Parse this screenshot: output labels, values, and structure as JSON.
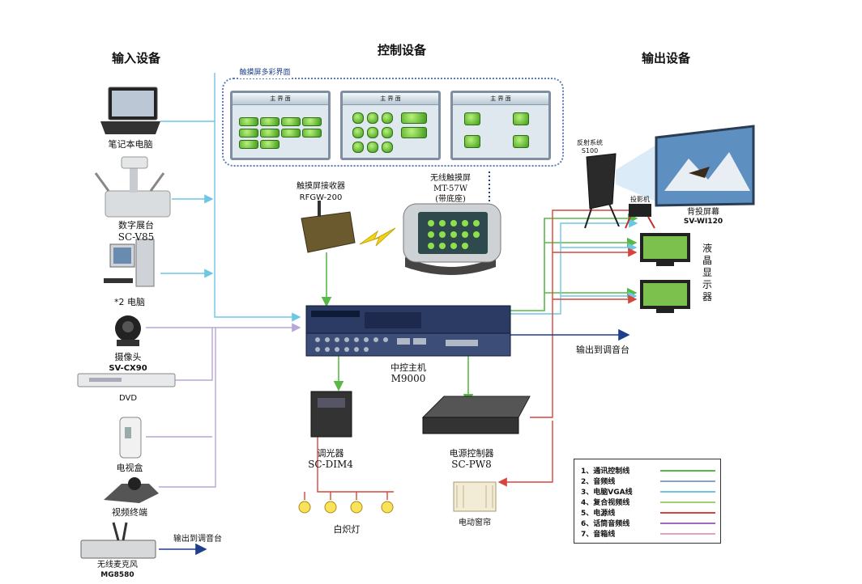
{
  "headers": {
    "input": "输入设备",
    "control": "控制设备",
    "output": "输出设备"
  },
  "touch_panel_label": "触摸屏多彩界面",
  "screen_title": "主 界 面",
  "inputs": {
    "laptop": "笔记本电脑",
    "visualizer_name": "数字展台",
    "visualizer_model": "SC-V85",
    "pc": "*2 电脑",
    "camera_name": "摄像头",
    "camera_model": "SV-CX90",
    "dvd": "DVD",
    "tvbox": "电视盒",
    "vc_terminal": "视频终端",
    "mic_name": "无线麦克风",
    "mic_model": "MG8580",
    "mic_output": "输出到调音台"
  },
  "control": {
    "receiver_name": "触摸屏接收器",
    "receiver_model": "RFGW-200",
    "touch_name": "无线触摸屏",
    "touch_model": "MT-57W",
    "touch_note": "(带底座)",
    "host_name": "中控主机",
    "host_model": "M9000",
    "host_output": "输出到调音台",
    "dimmer_name": "调光器",
    "dimmer_model": "SC-DIM4",
    "power_name": "电源控制器",
    "power_model": "SC-PW8",
    "lamps": "白炽灯",
    "curtain": "电动窗帘"
  },
  "outputs": {
    "reflector_name": "反射系统",
    "reflector_model": "S100",
    "projector": "投影机",
    "rear_screen_name": "背投屏幕",
    "rear_screen_model": "SV-WI120",
    "lcd_label": "液晶显示器"
  },
  "legend": [
    {
      "label": "1、通讯控制线",
      "color": "#58b947"
    },
    {
      "label": "2、音频线",
      "color": "#8aa0c8"
    },
    {
      "label": "3、电脑VGA线",
      "color": "#6ec6e6"
    },
    {
      "label": "4、复合视频线",
      "color": "#9bd46c"
    },
    {
      "label": "5、电源线",
      "color": "#d6453b"
    },
    {
      "label": "6、话筒音频线",
      "color": "#a06abf"
    },
    {
      "label": "7、音箱线",
      "color": "#e6a0c0"
    }
  ]
}
